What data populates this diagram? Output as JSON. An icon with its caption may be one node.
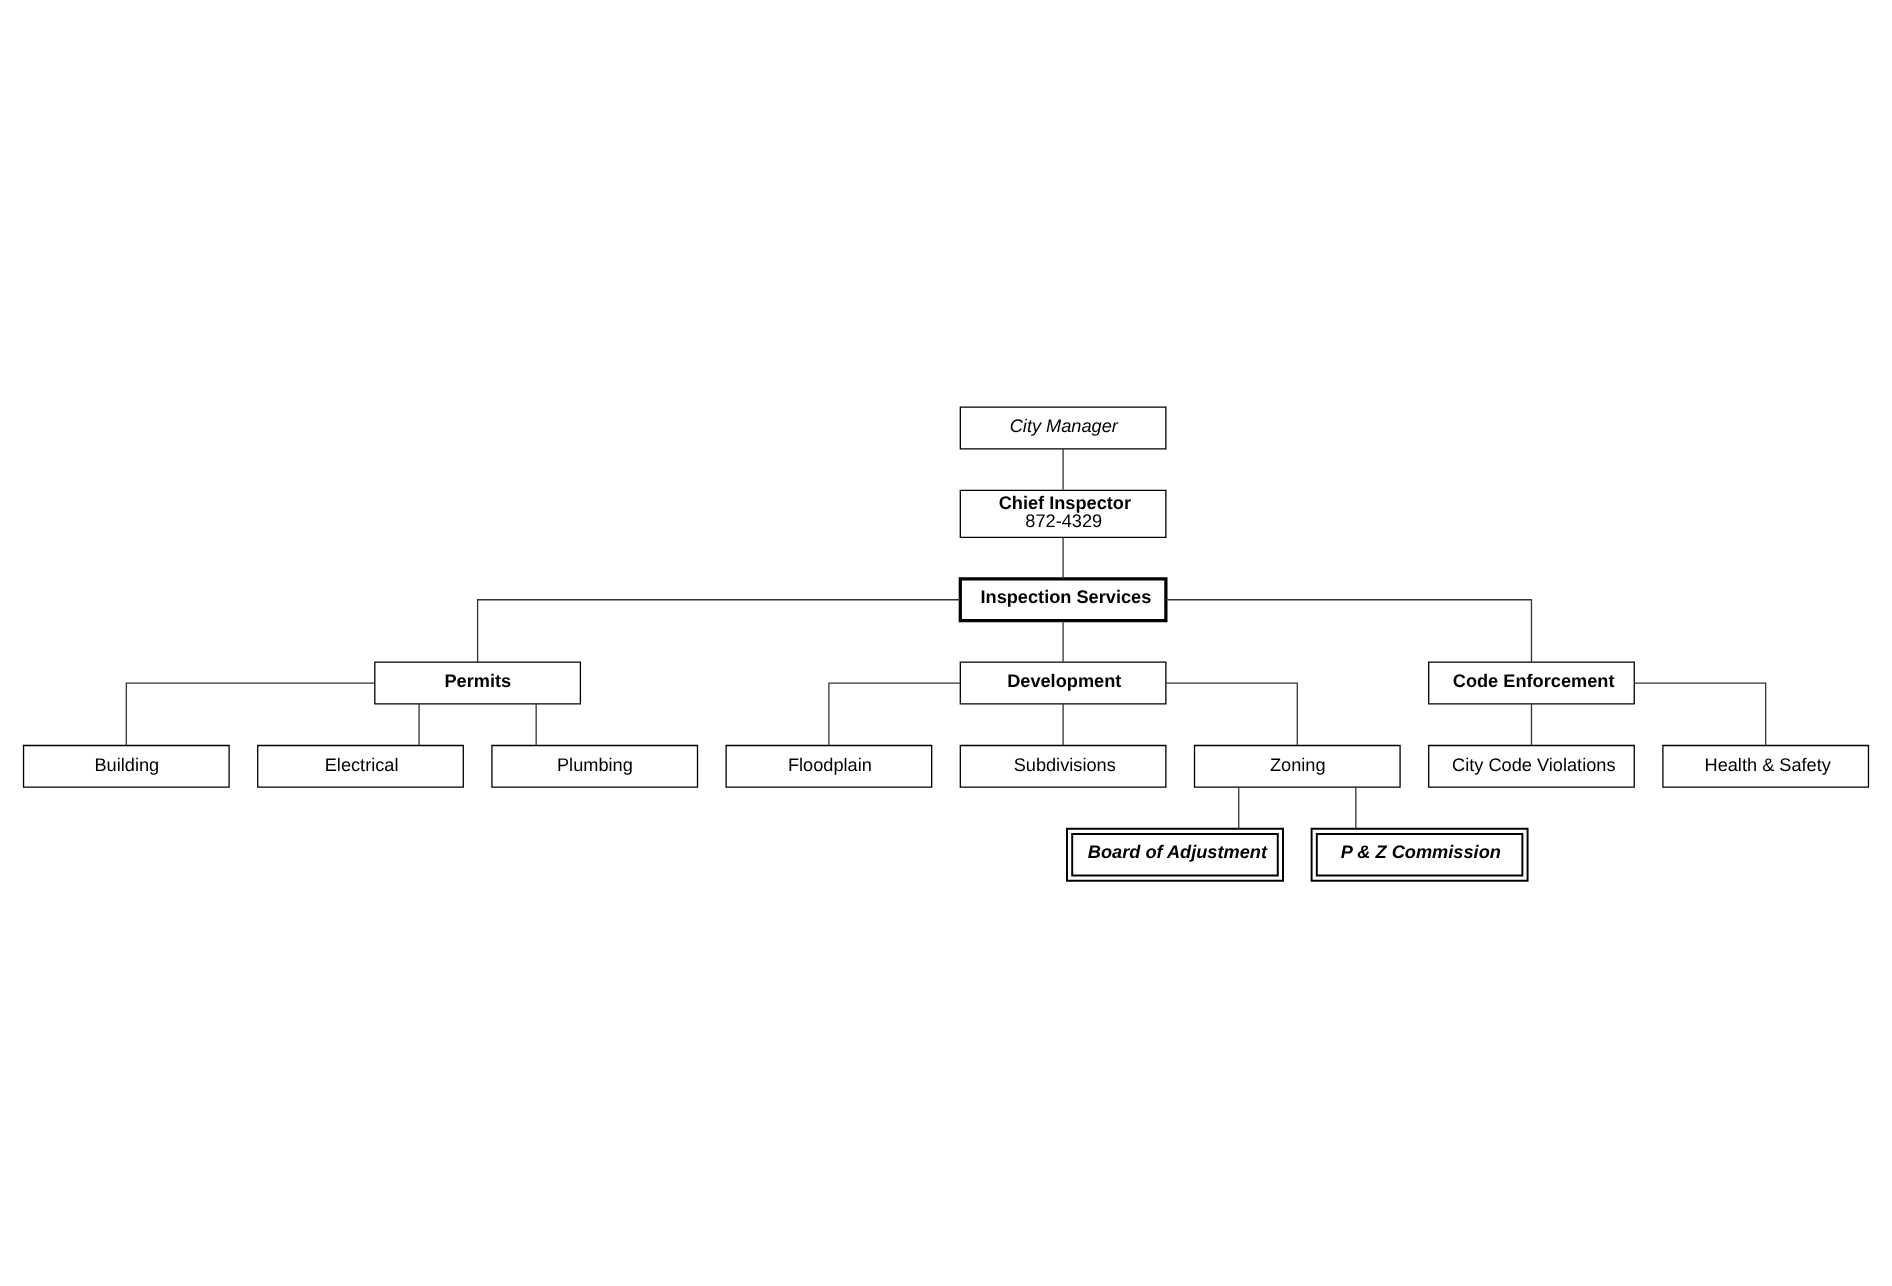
{
  "diagram": {
    "nodes": [
      {
        "text": [
          "City Manager"
        ]
      },
      {
        "text": [
          "Chief Inspector",
          "872-4329"
        ]
      },
      {
        "text": [
          "Inspection Services"
        ]
      },
      {
        "text": [
          "Permits"
        ]
      },
      {
        "text": [
          "Development"
        ]
      },
      {
        "text": [
          "Code Enforcement"
        ]
      },
      {
        "text": [
          "Building"
        ]
      },
      {
        "text": [
          "Electrical"
        ]
      },
      {
        "text": [
          "Plumbing"
        ]
      },
      {
        "text": [
          "Floodplain"
        ]
      },
      {
        "text": [
          "Subdivisions"
        ]
      },
      {
        "text": [
          "Zoning"
        ]
      },
      {
        "text": [
          "City Code Violations"
        ]
      },
      {
        "text": [
          "Health & Safety"
        ]
      },
      {
        "text": [
          "Board of Adjustment"
        ]
      },
      {
        "text": [
          "P & Z Commission"
        ]
      }
    ],
    "edges": [
      {
        "from": 0,
        "to": 1,
        "arrow": "none"
      },
      {
        "from": 1,
        "to": 2,
        "arrow": "none"
      },
      {
        "from": 2,
        "to": 3,
        "arrow": "none"
      },
      {
        "from": 2,
        "to": 4,
        "arrow": "none"
      },
      {
        "from": 2,
        "to": 5,
        "arrow": "none"
      },
      {
        "from": 3,
        "to": 6,
        "arrow": "none"
      },
      {
        "from": 3,
        "to": 7,
        "arrow": "none"
      },
      {
        "from": 3,
        "to": 8,
        "arrow": "none"
      },
      {
        "from": 4,
        "to": 9,
        "arrow": "none"
      },
      {
        "from": 4,
        "to": 10,
        "arrow": "none"
      },
      {
        "from": 4,
        "to": 11,
        "arrow": "none"
      },
      {
        "from": 5,
        "to": 12,
        "arrow": "none"
      },
      {
        "from": 5,
        "to": 13,
        "arrow": "none"
      },
      {
        "from": 11,
        "to": 14,
        "arrow": "none"
      },
      {
        "from": 11,
        "to": 15,
        "arrow": "none"
      }
    ]
  }
}
